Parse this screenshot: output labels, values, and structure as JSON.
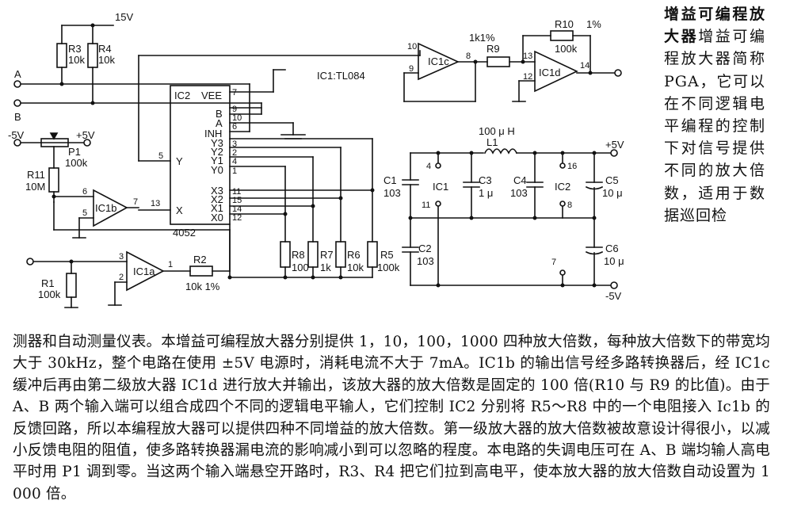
{
  "title": "增益可编程放大器",
  "side_paragraph": "增益可编程放大器简称PGA，它可以在不同逻辑电平编程的控制下对信号提供不同的放大倍数，适用于数据巡回检",
  "body_paragraph": "测器和自动测量仪表。本增益可编程放大器分别提供 1，10，100，1000 四种放大倍数，每种放大倍数下的带宽均大于 30kHz，整个电路在使用 ±5V 电源时，消耗电流不大于 7mA。IC1b 的输出信号经多路转换器后，经 IC1c 缓冲后再由第二级放大器 IC1d 进行放大并输出，该放大器的放大倍数是固定的 100 倍(R10 与 R9 的比值)。由于 A、B 两个输入端可以组合成四个不同的逻辑电平输人，它们控制 IC2 分别将 R5～R8 中的一个电阻接入 Ic1b 的反馈回路，所以本编程放大器可以提供四种不同增益的放大倍数。第一级放大器的放大倍数被故意设计得很小，以减小反馈电阻的阻值，使多路转换器漏电流的影响减小到可以忽略的程度。本电路的失调电压可在 A、B 端均输人高电平时用 P1 调到零。当这两个输入端悬空开路时，R3、R4 把它们拉到高电平，使本放大器的放大倍数自动设置为 1000 倍。",
  "schematic": {
    "supply_15v": "15V",
    "input_a": "A",
    "input_b": "B",
    "r3": "R3",
    "r3_val": "10k",
    "r4": "R4",
    "r4_val": "10k",
    "neg5": "-5V",
    "pos5": "+5V",
    "p1": "P1",
    "p1_val": "100k",
    "r11": "R11",
    "r11_val": "10M",
    "ic2": "IC2",
    "ic2_part": "4052",
    "vee": "VEE",
    "pin_b": "B",
    "pin_a": "A",
    "inh": "INH",
    "y3": "Y3",
    "y2": "Y2",
    "y1": "Y1",
    "y0": "Y0",
    "pin_y": "Y",
    "pin_x": "X",
    "x3": "X3",
    "x2": "X2",
    "x1": "X1",
    "x0": "X0",
    "ic_note": "IC1:TL084",
    "ic1a": "IC1a",
    "ic1b": "IC1b",
    "ic1c": "IC1c",
    "ic1d": "IC1d",
    "r1": "R1",
    "r1_val": "100k",
    "r2": "R2",
    "r2_val": "10k 1%",
    "r5": "R5",
    "r5_val": "100k",
    "r6": "R6",
    "r6_val": "10k",
    "r7": "R7",
    "r7_val": "1k",
    "r8": "R8",
    "r8_val": "100",
    "r9": "R9",
    "r9_val": "1k1%",
    "r10": "R10",
    "r10_val": "1%",
    "r10_val2": "100k",
    "l1": "L1",
    "l1_val": "100 μ H",
    "c1": "C1",
    "c1_val": "103",
    "c2": "C2",
    "c2_val": "103",
    "c3": "C3",
    "c3_val": "1 μ",
    "c4": "C4",
    "c4_val": "103",
    "c5": "C5",
    "c5_val": "10 μ",
    "c6": "C6",
    "c6_val": "10 μ",
    "ic1_lbl": "IC1",
    "ic2_lbl": "IC2",
    "vcc_pos": "+5V",
    "vcc_neg": "-5V",
    "pins": {
      "p7": "7",
      "p9": "9",
      "p10": "10",
      "p6": "6",
      "p3": "3",
      "p2": "2",
      "p4": "4",
      "p1": "1",
      "p5": "5",
      "p11": "11",
      "p15": "15",
      "p14": "14",
      "p12": "12",
      "p13": "13",
      "p16": "16",
      "p8": "8"
    },
    "op_pins": {
      "a3": "3",
      "a2": "2",
      "a1": "1",
      "b6": "6",
      "b5": "5",
      "b7": "7",
      "b13": "13",
      "c10": "10",
      "c9": "9",
      "c8": "8",
      "d13": "13",
      "d12": "12",
      "d14": "14"
    },
    "sup_pins": {
      "s4": "4",
      "s11": "11",
      "s16": "16",
      "s8": "8",
      "s7": "7"
    }
  }
}
